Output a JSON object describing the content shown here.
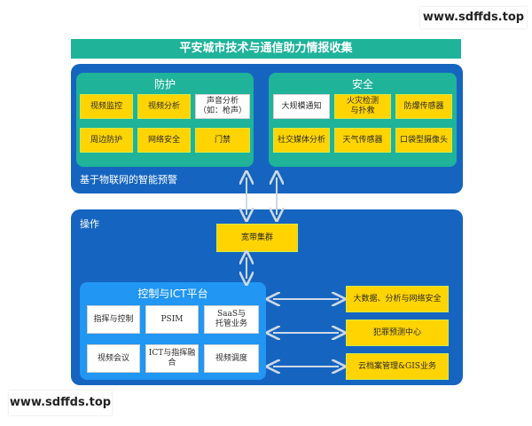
{
  "watermark": {
    "top": "www.sdffds.top",
    "bottom": "www.sdffds.top"
  },
  "title": "平安城市技术与通信助力情报收集",
  "top_panel": {
    "label": "基于物联网的智能预警",
    "protection": {
      "title": "防护",
      "cells": [
        "视频监控",
        "视频分析",
        "声音分析\n（如：枪声）",
        "周边防护",
        "网络安全",
        "门禁"
      ]
    },
    "security": {
      "title": "安全",
      "cells": [
        "大规模通知",
        "火灾检测\n与扑救",
        "防爆传感器",
        "社交媒体分析",
        "天气传感器",
        "口袋型摄像头"
      ]
    }
  },
  "bottom_panel": {
    "label": "操作",
    "broadband": "宽带集群",
    "ict": {
      "title": "控制与ICT平台",
      "cells": [
        "指挥与控制",
        "PSIM",
        "SaaS与\n托管业务",
        "视频会议",
        "ICT与指挥融合",
        "视频调度"
      ]
    },
    "right_boxes": [
      "大数据、分析与网络安全",
      "犯罪预测中心",
      "云档案管理&GIS业务"
    ]
  },
  "colors": {
    "panel": "#1565c0",
    "sub": "#1fb39a",
    "cell": "#ffd400",
    "ict": "#2196f3"
  }
}
